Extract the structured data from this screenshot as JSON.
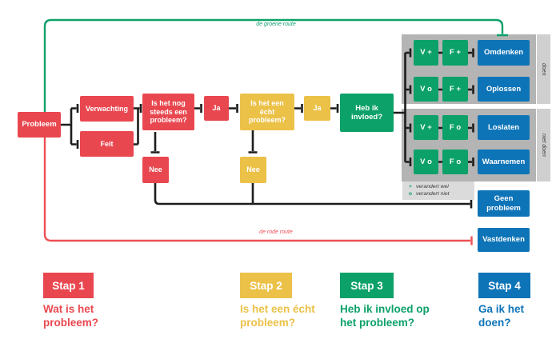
{
  "colors": {
    "red": "#e9474f",
    "yellow": "#ecc148",
    "green": "#0ca169",
    "blue": "#0e74b8",
    "connector_black": "#1d1d1b",
    "panel_gray": "#b4b4b4",
    "strip_gray": "#cfcfcf",
    "legend_gray": "#dbdbdb"
  },
  "routes": {
    "green_label": "de groene route",
    "red_label": "de rode route"
  },
  "flow": {
    "probleem": "Probleem",
    "verwachting": "Verwachting",
    "feit": "Feit",
    "q1": "Is het nog steeds een probleem?",
    "ja1": "Ja",
    "nee1": "Nee",
    "q2": "Is het een écht probleem?",
    "ja2": "Ja",
    "nee2": "Nee",
    "q3": "Heb ik invloed?",
    "geen_probleem": "Geen probleem",
    "vastdenken": "Vastdenken"
  },
  "matrix": {
    "rows": [
      {
        "v": "V +",
        "f": "F +",
        "action": "Omdenken"
      },
      {
        "v": "V o",
        "f": "F +",
        "action": "Oplossen"
      },
      {
        "v": "V +",
        "f": "F o",
        "action": "Loslaten"
      },
      {
        "v": "V o",
        "f": "F o",
        "action": "Waarnemen"
      }
    ],
    "group_top": "doen",
    "group_bottom": "niet doen",
    "legend": [
      {
        "symbol": "+",
        "text": "verandert wel"
      },
      {
        "symbol": "o",
        "text": "verandert niet"
      }
    ]
  },
  "steps": [
    {
      "badge": "Stap 1",
      "line1": "Wat is het",
      "line2": "probleem?"
    },
    {
      "badge": "Stap 2",
      "line1": "Is het een écht",
      "line2": "probleem?"
    },
    {
      "badge": "Stap 3",
      "line1": "Heb ik invloed op",
      "line2": "het probleem?"
    },
    {
      "badge": "Stap 4",
      "line1": "Ga ik het",
      "line2": "doen?"
    }
  ]
}
